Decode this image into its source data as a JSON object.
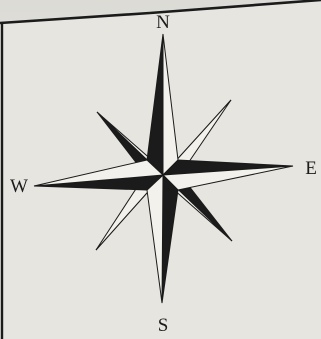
{
  "compass": {
    "north": "N",
    "east": "E",
    "south": "S",
    "west": "W"
  },
  "colors": {
    "ink": "#1b1b1b",
    "paper": "#e9e8e3",
    "background": "#dcdbd6"
  }
}
